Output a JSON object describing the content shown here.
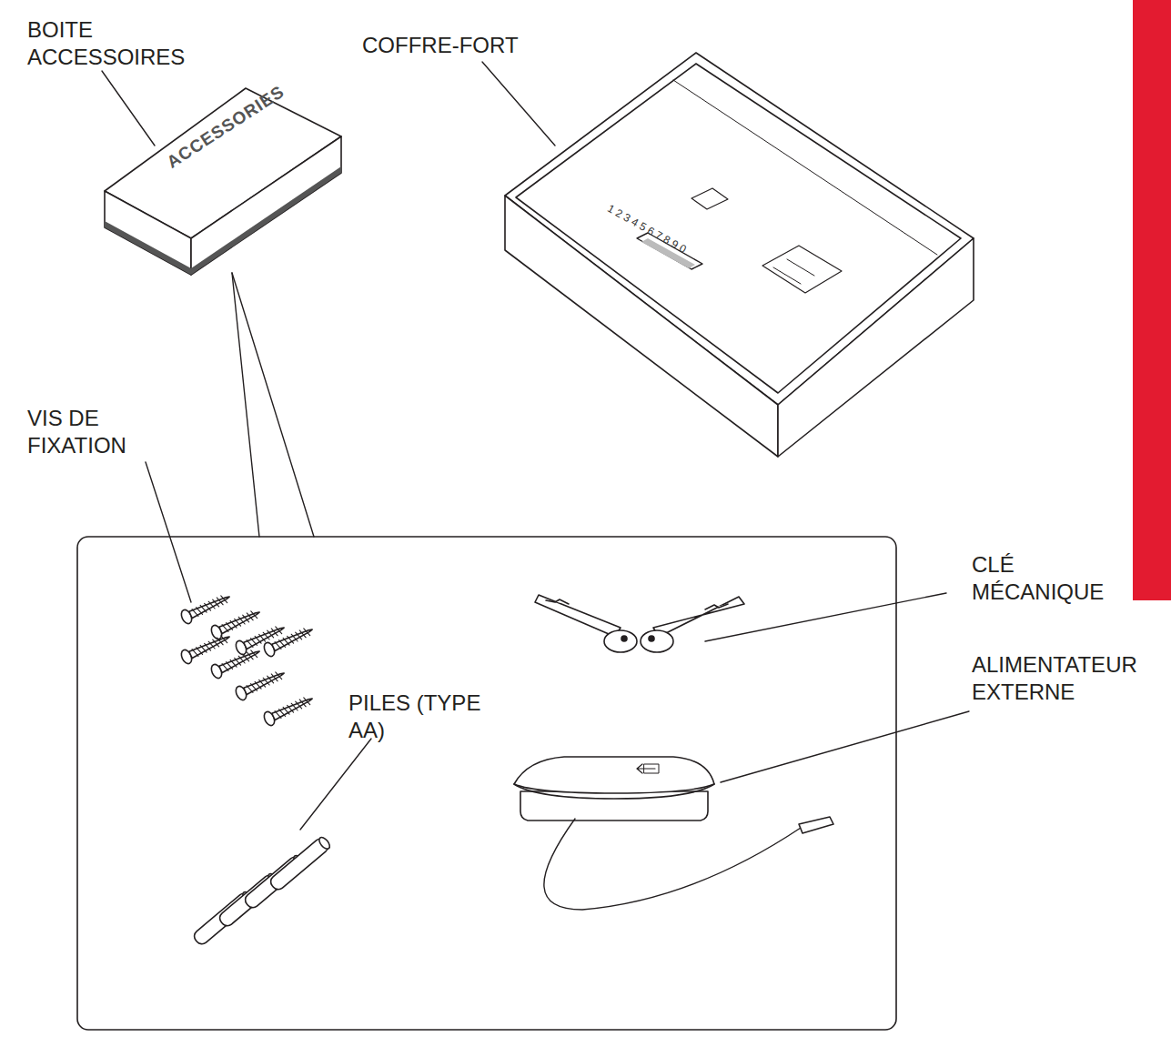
{
  "diagram": {
    "labels": [
      "BOITE ACCESSOIRES",
      "COFFRE-FORT",
      "VIS DE FIXATION",
      "CLÉ MÉCANIQUE",
      "ALIMENTATEUR EXTERNE",
      "PILES (TYPE AA)",
      "ACCESSORIES",
      "1 2 3 4 5 6 7 8 9 0"
    ]
  }
}
